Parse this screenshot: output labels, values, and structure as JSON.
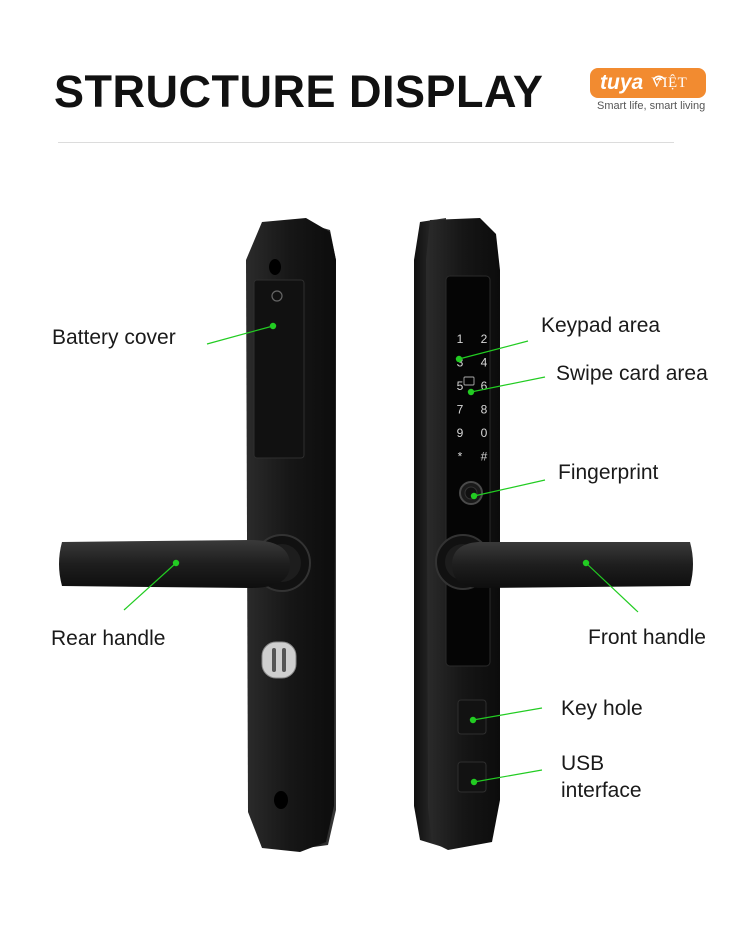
{
  "header": {
    "title": "STRUCTURE DISPLAY"
  },
  "logo": {
    "brand": "tuya",
    "suffix": "VIỆT",
    "tagline": "Smart life, smart living",
    "color": "#f28b30"
  },
  "keypad": {
    "keys": [
      "1",
      "2",
      "3",
      "4",
      "5",
      "6",
      "7",
      "8",
      "9",
      "0",
      "*",
      "#"
    ]
  },
  "labels": {
    "battery_cover": "Battery cover",
    "rear_handle": "Rear handle",
    "keypad_area": "Keypad area",
    "swipe_card_area": "Swipe card area",
    "fingerprint": "Fingerprint",
    "front_handle": "Front handle",
    "key_hole": "Key hole",
    "usb_line1": "USB",
    "usb_line2": "interface"
  },
  "colors": {
    "pointer": "#22cc22",
    "lock_body": "#1c1c1c"
  }
}
